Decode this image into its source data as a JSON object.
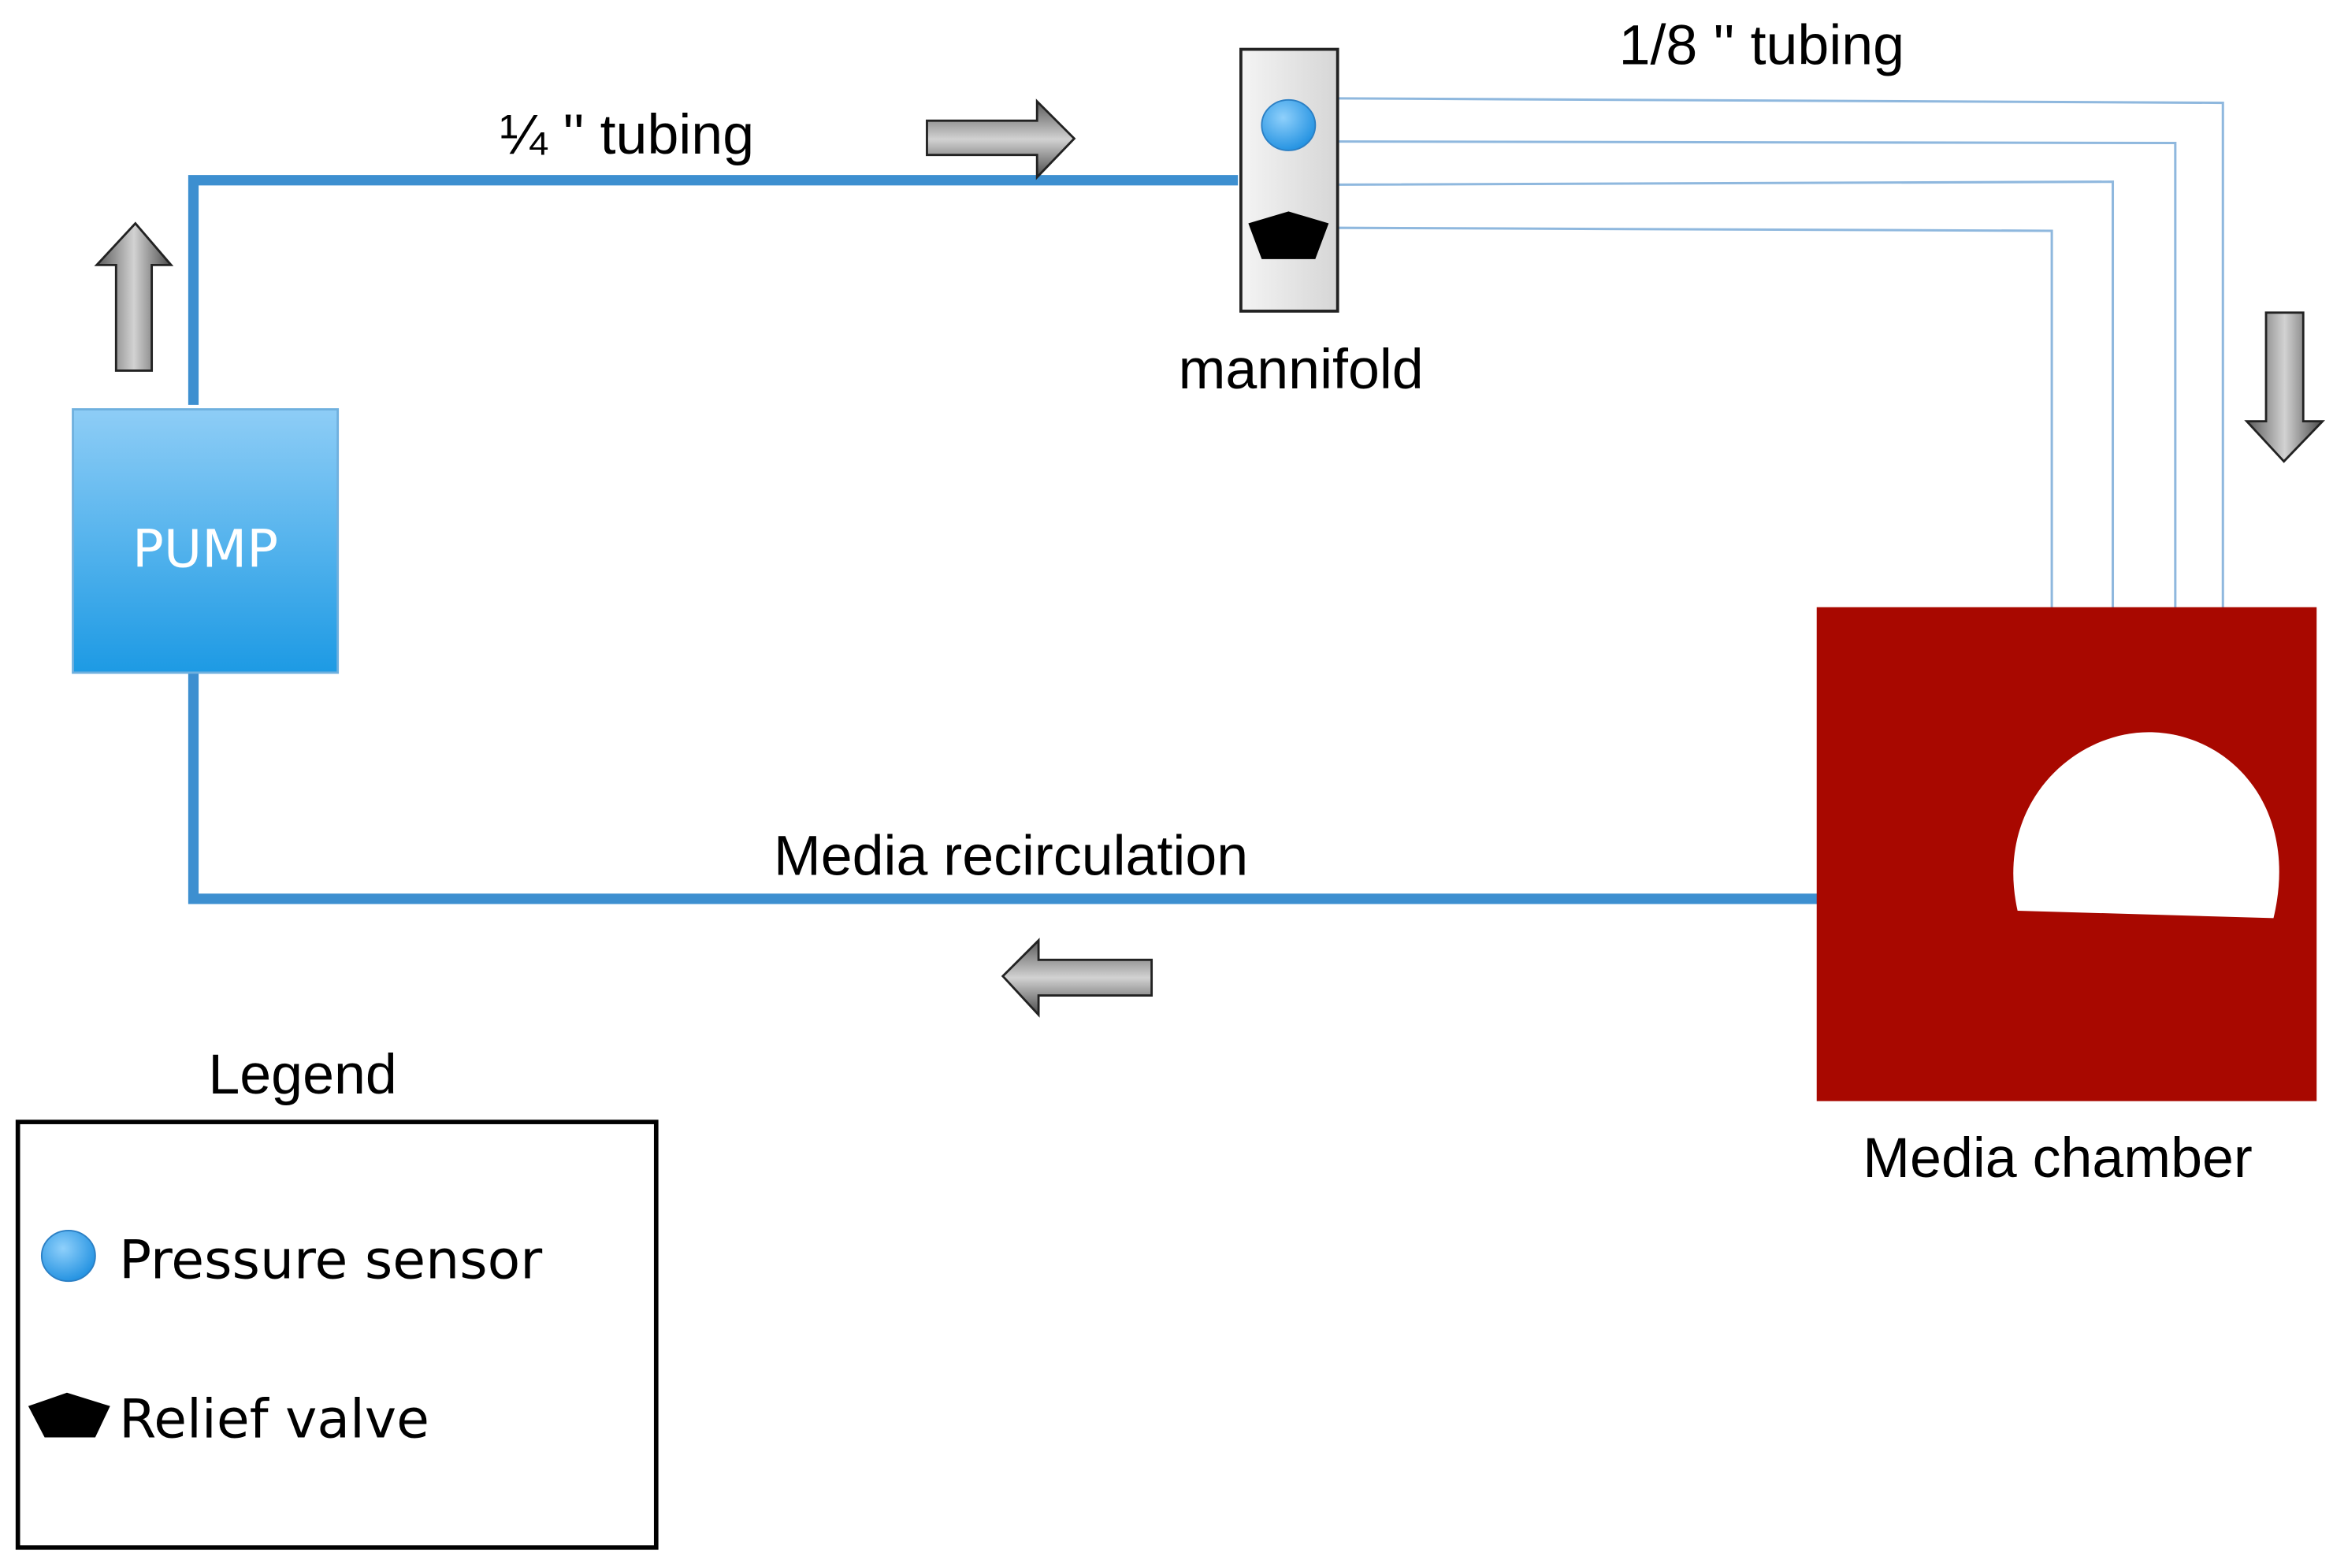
{
  "labels": {
    "quarter_tubing": "¼ '' tubing",
    "eighth_tubing": "1/8 '' tubing",
    "manifold": "mannifold",
    "pump": "PUMP",
    "media_recirculation": "Media recirculation",
    "media_chamber": "Media chamber",
    "legend_title": "Legend",
    "legend_pressure_sensor": "Pressure sensor",
    "legend_relief_valve": "Relief valve"
  },
  "colors": {
    "main_tubing": "#3d8fd0",
    "thin_tubing": "#8fb8de",
    "pump_top": "#8ecdf6",
    "pump_bottom": "#1d9ae4",
    "chamber": "#a80800",
    "sensor": "#3fa3ea",
    "valve": "#000000",
    "arrow_dark": "#4d4d4d",
    "arrow_light": "#b5b5b5",
    "manifold_fill": "#e3e3e3"
  }
}
